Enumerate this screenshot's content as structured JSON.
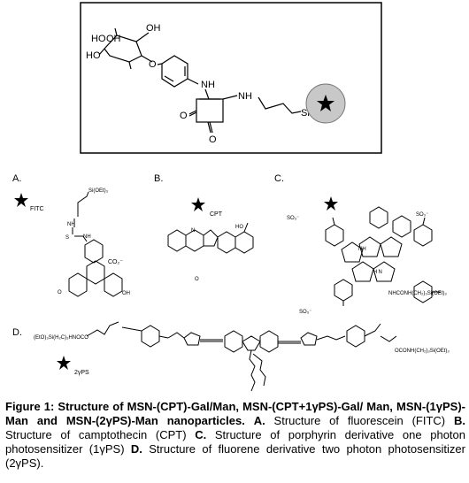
{
  "top": {
    "oh1": "HO",
    "oh2": "OH",
    "oh3": "OH",
    "ho4": "HO",
    "o": "O",
    "nh1": "NH",
    "nh2": "NH",
    "o1": "O",
    "o2": "O",
    "si": "Si"
  },
  "panels": {
    "a": {
      "letter": "A.",
      "label": "FITC",
      "si": "Si(OEt)₃",
      "nh1": "NH",
      "nh2": "NH",
      "s": "S",
      "co2": "CO₂⁻",
      "o": "O",
      "oh": "OH"
    },
    "b": {
      "letter": "B.",
      "label": "CPT",
      "ho": "HO",
      "n": "N",
      "o": "O"
    },
    "c": {
      "letter": "C.",
      "so3a": "SO₃⁻",
      "so3b": "SO₃⁻",
      "so3c": "SO₃⁻",
      "nh": "NH",
      "hn": "H N",
      "link": "NHCONH(CH₂)₃Si(OEt)₃"
    },
    "d": {
      "letter": "D.",
      "label": "2γPS",
      "left_group": "(EtO)₃Si(H₂C)₃HNOCO",
      "right_group": "OCONH(CH₂)₃Si(OEt)₃"
    }
  },
  "caption": {
    "bold": "Figure 1: Structure of MSN-(CPT)-Gal/Man, MSN-(CPT+1γPS)-Gal/ Man, MSN-(1γPS)-Man and MSN-(2γPS)-Man nanoparticles.",
    "a_label": "A.",
    "a_text": " Structure of fluorescein (FITC) ",
    "b_label": "B.",
    "b_text": " Structure of camptothecin (CPT) ",
    "c_label": "C.",
    "c_text": " Structure of porphyrin derivative one photon photosensitizer (1γPS) ",
    "d_label": "D.",
    "d_text": " Structure of fluorene derivative two photon photosensitizer (2γPS)."
  }
}
